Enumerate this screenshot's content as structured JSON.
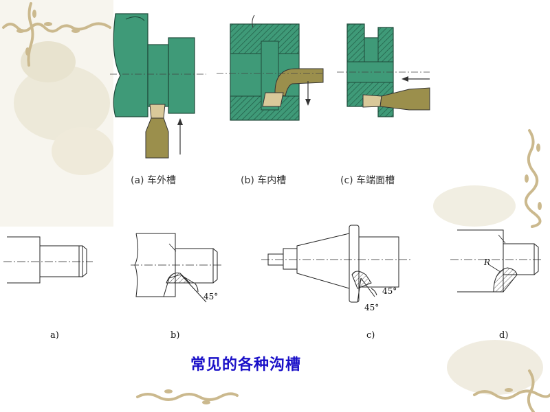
{
  "captions": {
    "a": "(a) 车外槽",
    "b": "(b) 车内槽",
    "c": "(c) 车端面槽"
  },
  "sub_labels": [
    "a)",
    "b)",
    "c)",
    "d)"
  ],
  "angle_label": "45°",
  "radius_label": "R",
  "title": "常见的各种沟槽",
  "colors": {
    "workpiece": "#3f9a78",
    "tool": "#9b8f4c",
    "insert": "#d9c99a",
    "title": "#1a10c8",
    "border_vine": "#cbb98e",
    "background_blob": "#ede9d9"
  }
}
